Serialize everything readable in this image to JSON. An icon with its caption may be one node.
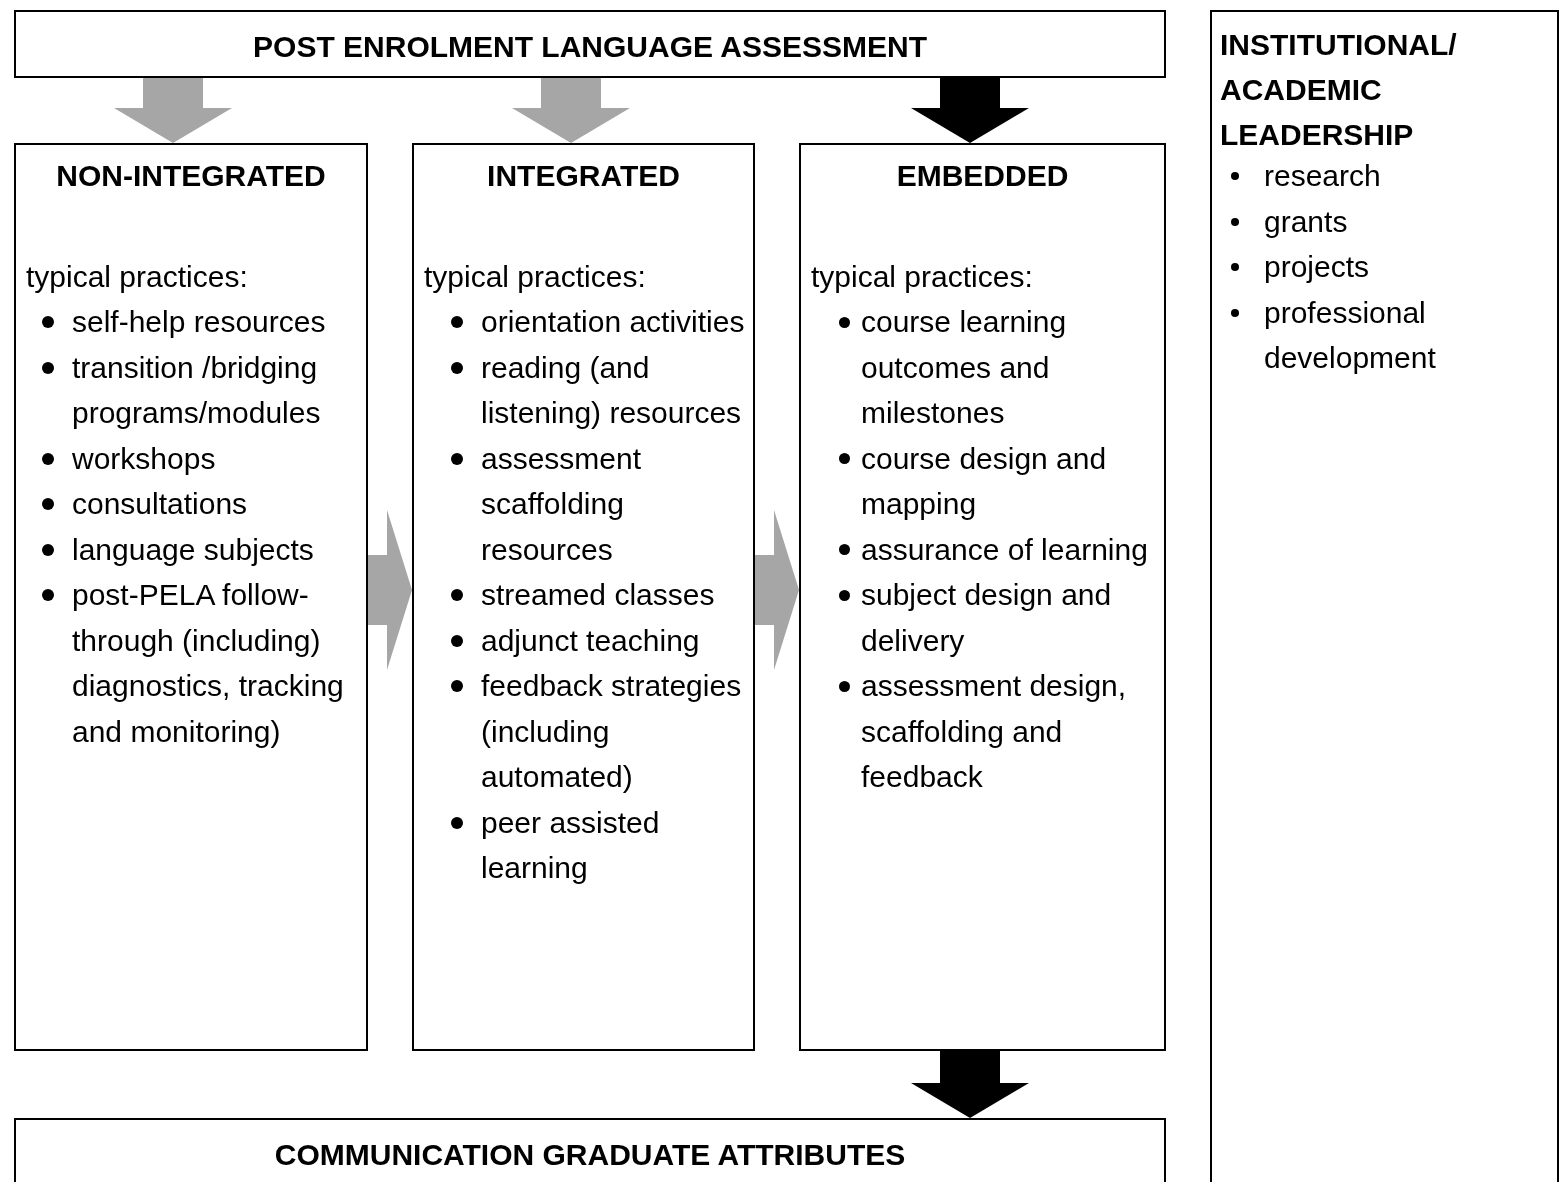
{
  "diagram": {
    "nodes": [
      {
        "text": [
          "POST ENROLMENT LANGUAGE ASSESSMENT"
        ]
      },
      {
        "text": [
          "NON-INTEGRATED",
          "typical practices:",
          "self-help resources",
          "transition /bridging programs/modules",
          "workshops",
          "consultations",
          "language subjects",
          "post-PELA follow-through (including) diagnostics, tracking and monitoring)"
        ]
      },
      {
        "text": [
          "INTEGRATED",
          "typical practices:",
          "orientation activities",
          "reading (and listening) resources",
          "assessment scaffolding resources",
          "streamed classes",
          "adjunct teaching",
          "feedback strategies (including automated)",
          "peer assisted learning"
        ]
      },
      {
        "text": [
          "EMBEDDED",
          "typical practices:",
          "course learning outcomes and milestones",
          "course design and mapping",
          "assurance of learning",
          "subject design and delivery",
          "assessment design, scaffolding and feedback"
        ]
      },
      {
        "text": [
          "COMMUNICATION GRADUATE ATTRIBUTES"
        ]
      },
      {
        "text": [
          "INSTITUTIONAL/ ACADEMIC LEADERSHIP",
          "research",
          "grants",
          "projects",
          "professional development"
        ]
      }
    ],
    "edges": [
      {
        "from": 0,
        "to": 1,
        "arrow": "to"
      },
      {
        "from": 0,
        "to": 2,
        "arrow": "to"
      },
      {
        "from": 0,
        "to": 3,
        "arrow": "to",
        "color": "#000000"
      },
      {
        "from": 1,
        "to": 2,
        "arrow": "to"
      },
      {
        "from": 2,
        "to": 3,
        "arrow": "to"
      },
      {
        "from": 3,
        "to": 4,
        "arrow": "to",
        "color": "#000000"
      }
    ]
  }
}
